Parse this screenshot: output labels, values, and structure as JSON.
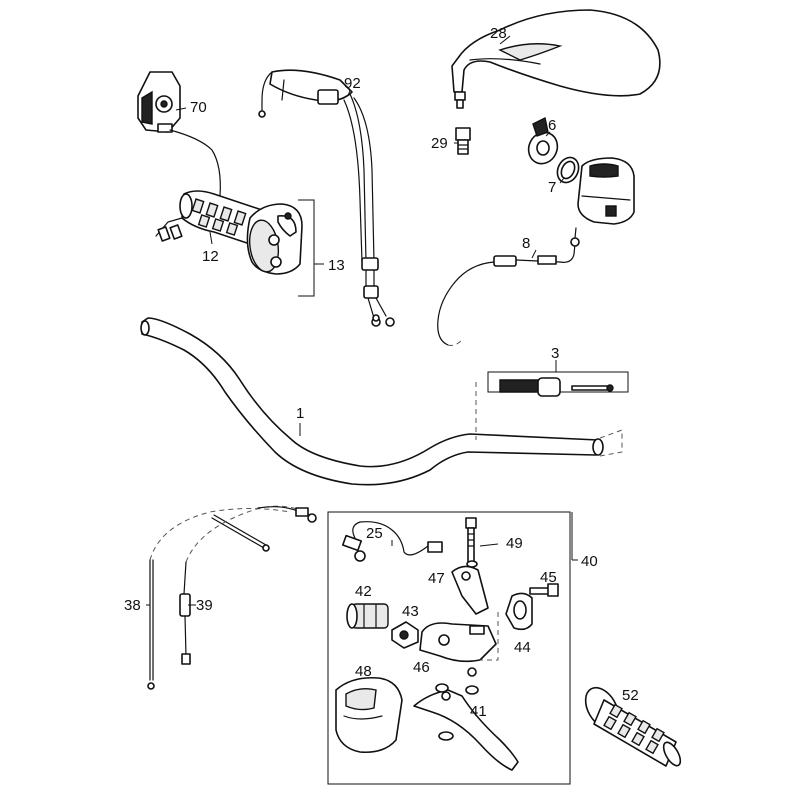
{
  "callouts": {
    "handlebar": "1",
    "bar_end": "3",
    "switch_ring": "6",
    "washer": "7",
    "kill_cable": "8",
    "throttle_grip": "12",
    "throttle_housing": "13",
    "cable_clip": "25",
    "mirror": "28",
    "mirror_adapter": "29",
    "clutch_cable_inner": "38",
    "clutch_cable": "39",
    "clutch_assembly": "40",
    "lever": "41",
    "grip_rubber": "42",
    "adjuster": "43",
    "clamp": "44",
    "clamp_bolt": "45",
    "lever_bracket": "46",
    "pivot_block": "47",
    "lever_guard": "48",
    "pivot_bolt": "49",
    "left_grip": "52",
    "throttle_sensor": "70",
    "throttle_cables": "92"
  }
}
